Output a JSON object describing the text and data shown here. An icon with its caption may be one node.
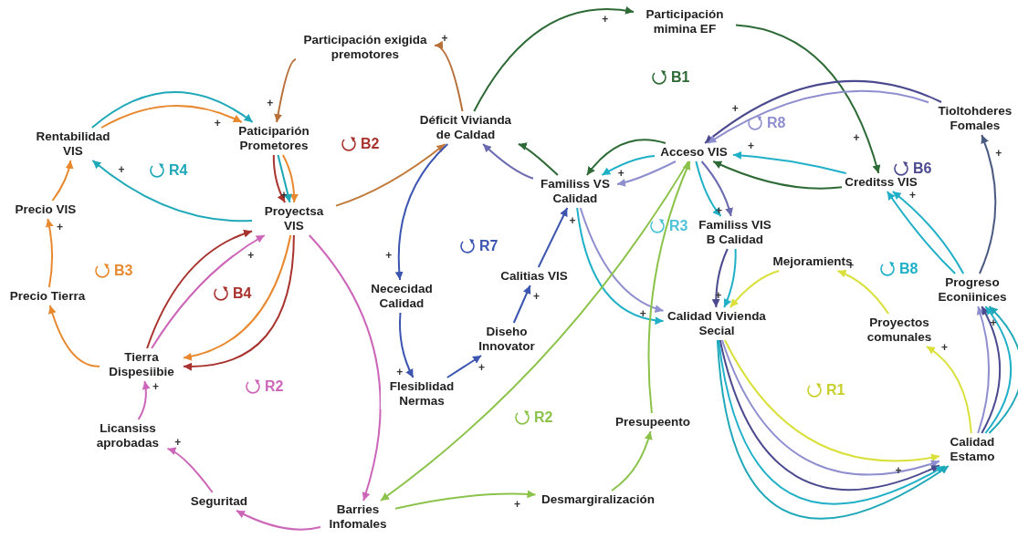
{
  "diagram": {
    "nodes": [
      {
        "text": [
          "Participación exigida premotores"
        ]
      },
      {
        "text": [
          "Participación mimina EF"
        ]
      },
      {
        "text": [
          "Rentabilidad VIS"
        ]
      },
      {
        "text": [
          "Paticiparión Prometores"
        ]
      },
      {
        "text": [
          "Déficit Vivianda de Caldad"
        ]
      },
      {
        "text": [
          "Acceso VIS"
        ]
      },
      {
        "text": [
          "Familiss VS Calidad"
        ]
      },
      {
        "text": [
          "Creditss VIS"
        ]
      },
      {
        "text": [
          "Tioltohderes Fomales"
        ]
      },
      {
        "text": [
          "Precio VIS"
        ]
      },
      {
        "text": [
          "Proyectsa VIS"
        ]
      },
      {
        "text": [
          "Nececidad Calidad"
        ]
      },
      {
        "text": [
          "Calitias VIS"
        ]
      },
      {
        "text": [
          "Familiss VIS B Calidad"
        ]
      },
      {
        "text": [
          "Mejoramients"
        ]
      },
      {
        "text": [
          "Progreso Econiinices"
        ]
      },
      {
        "text": [
          "Precio Tierra"
        ]
      },
      {
        "text": [
          "Diseho Innovator"
        ]
      },
      {
        "text": [
          "Calidad Vivienda Secial"
        ]
      },
      {
        "text": [
          "Proyectos comunales"
        ]
      },
      {
        "text": [
          "Tierra Dispesiibie"
        ]
      },
      {
        "text": [
          "Flesiblidad Nermas"
        ]
      },
      {
        "text": [
          "Licansiss aprobadas"
        ]
      },
      {
        "text": [
          "Presupeento"
        ]
      },
      {
        "text": [
          "Calidad Estamo"
        ]
      },
      {
        "text": [
          "Seguritad"
        ]
      },
      {
        "text": [
          "Barries Infomales"
        ]
      },
      {
        "text": [
          "Desmargiralización"
        ]
      }
    ],
    "edges": [
      {
        "from": 4,
        "to": 0,
        "arrow": "to",
        "label": "+",
        "color": "#b8703a"
      },
      {
        "from": 0,
        "to": 3,
        "arrow": "to",
        "label": "+",
        "color": "#b8703a"
      },
      {
        "from": 2,
        "to": 3,
        "arrow": "to",
        "color": "#1fa8b8"
      },
      {
        "from": 2,
        "to": 3,
        "arrow": "to",
        "label": "+",
        "color": "#e8892f"
      },
      {
        "from": 10,
        "to": 2,
        "arrow": "to",
        "label": "+",
        "color": "#1fa8b8"
      },
      {
        "from": 3,
        "to": 10,
        "arrow": "to",
        "label": "+",
        "color": "#e8892f"
      },
      {
        "from": 3,
        "to": 10,
        "arrow": "to",
        "color": "#1fa8b8"
      },
      {
        "from": 3,
        "to": 10,
        "arrow": "to",
        "color": "#a8322d"
      },
      {
        "from": 10,
        "to": 4,
        "arrow": "to",
        "color": "#c07a3a"
      },
      {
        "from": 9,
        "to": 2,
        "arrow": "to",
        "color": "#e8892f"
      },
      {
        "from": 16,
        "to": 9,
        "arrow": "to",
        "label": "+",
        "color": "#e8892f"
      },
      {
        "from": 20,
        "to": 16,
        "arrow": "to",
        "color": "#e8892f"
      },
      {
        "from": 10,
        "to": 20,
        "arrow": "to",
        "color": "#e8892f"
      },
      {
        "from": 10,
        "to": 20,
        "arrow": "to",
        "color": "#a8322d"
      },
      {
        "from": 20,
        "to": 10,
        "arrow": "to",
        "color": "#a8322d"
      },
      {
        "from": 20,
        "to": 10,
        "arrow": "to",
        "label": "+",
        "color": "#cc66b8"
      },
      {
        "from": 22,
        "to": 20,
        "arrow": "to",
        "label": "+",
        "color": "#cc66b8"
      },
      {
        "from": 25,
        "to": 22,
        "arrow": "to",
        "label": "+",
        "color": "#cc66b8"
      },
      {
        "from": 26,
        "to": 25,
        "arrow": "to",
        "color": "#cc66b8"
      },
      {
        "from": 10,
        "to": 26,
        "arrow": "to",
        "color": "#cc66b8"
      },
      {
        "from": 4,
        "to": 11,
        "arrow": "to",
        "label": "+",
        "color": "#3b55b0"
      },
      {
        "from": 11,
        "to": 21,
        "arrow": "to",
        "label": "+",
        "color": "#3b55b0"
      },
      {
        "from": 21,
        "to": 17,
        "arrow": "to",
        "label": "+",
        "color": "#3b55b0"
      },
      {
        "from": 17,
        "to": 12,
        "arrow": "to",
        "label": "+",
        "color": "#3b55b0"
      },
      {
        "from": 12,
        "to": 6,
        "arrow": "to",
        "label": "+",
        "color": "#3b55b0"
      },
      {
        "from": 4,
        "to": 1,
        "arrow": "to",
        "label": "+",
        "color": "#2d6a35"
      },
      {
        "from": 1,
        "to": 7,
        "arrow": "to",
        "label": "+",
        "color": "#2d6a35"
      },
      {
        "from": 7,
        "to": 5,
        "arrow": "to",
        "color": "#2d6a35"
      },
      {
        "from": 5,
        "to": 6,
        "arrow": "to",
        "color": "#2d6a35"
      },
      {
        "from": 6,
        "to": 4,
        "arrow": "to",
        "color": "#2d6a35"
      },
      {
        "from": 6,
        "to": 4,
        "arrow": "to",
        "color": "#6a6ab0"
      },
      {
        "from": 5,
        "to": 6,
        "arrow": "to",
        "color": "#1fb0c8"
      },
      {
        "from": 5,
        "to": 6,
        "arrow": "to",
        "label": "+",
        "color": "#8f8fcf"
      },
      {
        "from": 7,
        "to": 5,
        "arrow": "to",
        "label": "+",
        "color": "#1fb0c8"
      },
      {
        "from": 8,
        "to": 5,
        "arrow": "to",
        "label": "+",
        "color": "#4b4a8f"
      },
      {
        "from": 8,
        "to": 5,
        "arrow": "to",
        "color": "#8f8fcf"
      },
      {
        "from": 15,
        "to": 8,
        "arrow": "to",
        "label": "+",
        "color": "#4b5a80"
      },
      {
        "from": 15,
        "to": 7,
        "arrow": "to",
        "label": "+",
        "color": "#1fb0c8"
      },
      {
        "from": 15,
        "to": 7,
        "arrow": "to",
        "color": "#1fb0c8"
      },
      {
        "from": 5,
        "to": 13,
        "arrow": "to",
        "label": "+",
        "color": "#6a6ab0"
      },
      {
        "from": 5,
        "to": 13,
        "arrow": "to",
        "color": "#1fb0c8"
      },
      {
        "from": 13,
        "to": 18,
        "arrow": "to",
        "label": "+",
        "color": "#1fb0c8"
      },
      {
        "from": 13,
        "to": 18,
        "arrow": "to",
        "color": "#4b4a8f"
      },
      {
        "from": 6,
        "to": 18,
        "arrow": "to",
        "label": "+",
        "color": "#8f8fcf"
      },
      {
        "from": 6,
        "to": 18,
        "arrow": "to",
        "color": "#1fb0c8"
      },
      {
        "from": 5,
        "to": 26,
        "arrow": "to",
        "color": "#8bc34a"
      },
      {
        "from": 23,
        "to": 5,
        "arrow": "to",
        "color": "#8bc34a"
      },
      {
        "from": 26,
        "to": 27,
        "arrow": "to",
        "label": "+",
        "color": "#8bc34a"
      },
      {
        "from": 27,
        "to": 23,
        "arrow": "to",
        "color": "#8bc34a"
      },
      {
        "from": 18,
        "to": 24,
        "arrow": "to",
        "label": "+",
        "color": "#d9e03a"
      },
      {
        "from": 18,
        "to": 24,
        "arrow": "to",
        "color": "#8f8fcf"
      },
      {
        "from": 18,
        "to": 24,
        "arrow": "to",
        "color": "#4b4a8f"
      },
      {
        "from": 18,
        "to": 24,
        "arrow": "to",
        "color": "#1fb0c8"
      },
      {
        "from": 18,
        "to": 24,
        "arrow": "to",
        "color": "#1fa8b8"
      },
      {
        "from": 24,
        "to": 19,
        "arrow": "to",
        "label": "+",
        "color": "#d9e03a"
      },
      {
        "from": 19,
        "to": 14,
        "arrow": "to",
        "label": "+",
        "color": "#d9e03a"
      },
      {
        "from": 14,
        "to": 18,
        "arrow": "to",
        "color": "#d9e03a"
      },
      {
        "from": 24,
        "to": 15,
        "arrow": "to",
        "label": "+",
        "color": "#8f8fcf"
      },
      {
        "from": 24,
        "to": 15,
        "arrow": "to",
        "color": "#4b4a8f"
      },
      {
        "from": 24,
        "to": 15,
        "arrow": "to",
        "color": "#1fb0c8"
      },
      {
        "from": 24,
        "to": 15,
        "arrow": "to",
        "color": "#1fa8b8"
      }
    ],
    "labels": [
      "B1",
      "B2",
      "R8",
      "R4",
      "B6",
      "R3",
      "R7",
      "B3",
      "B4",
      "B8",
      "R2",
      "R1",
      "R2"
    ]
  }
}
